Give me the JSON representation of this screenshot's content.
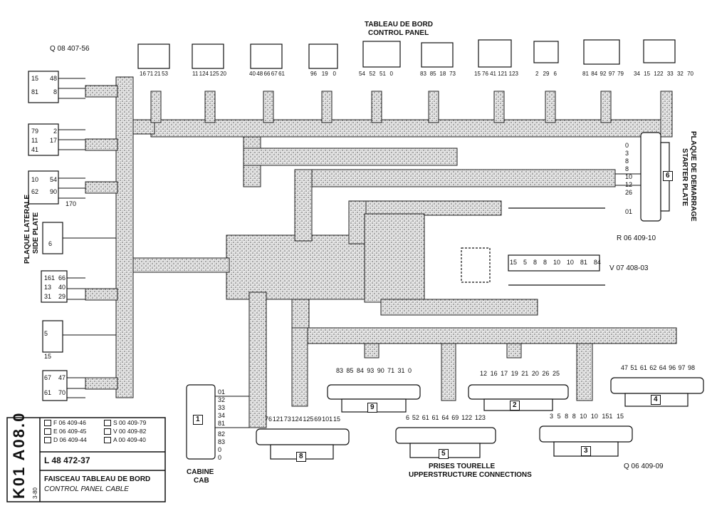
{
  "title_panel": {
    "line1": "TABLEAU DE BORD",
    "line2": "CONTROL PANEL"
  },
  "starter_plate": {
    "line1": "PLAQUE DE DEMARRAGE",
    "line2": "STARTER PLATE",
    "number": "6",
    "ref": "R 06 409-10",
    "pins": [
      "0",
      "3",
      "8",
      "8",
      "10",
      "12",
      "26",
      "01"
    ]
  },
  "side_plate": {
    "line1": "PLAQUE LATERALE",
    "line2": "SIDE PLATE"
  },
  "cab": {
    "line1": "CABINE",
    "line2": "CAB",
    "number": "1",
    "pins": [
      "01",
      "32",
      "33",
      "34",
      "81",
      "82",
      "83",
      "0",
      "0"
    ]
  },
  "uppers": {
    "line1": "PRISES TOURELLE",
    "line2": "UPPERSTRUCTURE CONNECTIONS"
  },
  "part_refs": {
    "q_top": "Q 08 407-56",
    "v_block": "V 07 408-03",
    "q_bottom": "Q 06 409-09"
  },
  "v_block_values": [
    "15",
    "5",
    "8",
    "8",
    "10",
    "10",
    "81",
    "84"
  ],
  "connectors": [
    {
      "id": "2",
      "pins": [
        "12",
        "16",
        "17",
        "19",
        "21",
        "20",
        "26",
        "25"
      ]
    },
    {
      "id": "3",
      "pins": [
        "3",
        "5",
        "8",
        "8",
        "10",
        "10",
        "151",
        "15"
      ]
    },
    {
      "id": "4",
      "pins": [
        "47",
        "51",
        "61",
        "62",
        "64",
        "96",
        "97",
        "98"
      ]
    },
    {
      "id": "5",
      "pins": [
        "6",
        "52",
        "61",
        "61",
        "64",
        "69",
        "122",
        "123"
      ]
    },
    {
      "id": "8",
      "pins": [
        "76",
        "121",
        "73",
        "124",
        "125",
        "69",
        "101",
        "15"
      ]
    },
    {
      "id": "9",
      "pins": [
        "83",
        "85",
        "84",
        "93",
        "90",
        "71",
        "31",
        "0"
      ]
    }
  ],
  "panel_groups": [
    {
      "pins": [
        "16",
        "71",
        "21",
        "53"
      ]
    },
    {
      "pins": [
        "11",
        "124",
        "125",
        "20"
      ]
    },
    {
      "pins": [
        "40",
        "48",
        "66",
        "67",
        "61"
      ]
    },
    {
      "pins": [
        "96",
        "19",
        "0"
      ]
    },
    {
      "pins": [
        "54",
        "52",
        "51",
        "0"
      ]
    },
    {
      "pins": [
        "83",
        "85",
        "18",
        "73"
      ]
    },
    {
      "pins": [
        "15",
        "76",
        "41",
        "121",
        "123"
      ]
    },
    {
      "pins": [
        "2",
        "29",
        "6"
      ]
    },
    {
      "pins": [
        "81",
        "84",
        "92",
        "97",
        "79"
      ]
    },
    {
      "pins": [
        "34",
        "15",
        "122",
        "33",
        "32",
        "70"
      ]
    }
  ],
  "side_groups": [
    {
      "pins": [
        "15",
        "48",
        "81",
        "8"
      ]
    },
    {
      "pins": [
        "79",
        "2",
        "11",
        "17",
        "41"
      ]
    },
    {
      "pins": [
        "10",
        "54",
        "62",
        "90",
        "170"
      ]
    },
    {
      "pins": [
        "6"
      ]
    },
    {
      "pins": [
        "161",
        "66",
        "13",
        "40",
        "31",
        "29"
      ]
    },
    {
      "pins": [
        "5",
        "15"
      ]
    },
    {
      "pins": [
        "67",
        "47",
        "61",
        "70"
      ]
    }
  ],
  "legend": [
    {
      "sym": "F",
      "code": "F 06 409-46"
    },
    {
      "sym": "E",
      "code": "E 06 409-45"
    },
    {
      "sym": "D",
      "code": "D 06 409-44"
    },
    {
      "sym": "S",
      "code": "S 00 409-79"
    },
    {
      "sym": "V",
      "code": "V 00 409-82"
    },
    {
      "sym": "A",
      "code": "A 00 409-40"
    }
  ],
  "title_block": {
    "drawing_no": "L 48 472-37",
    "title_fr": "FAISCEAU TABLEAU DE BORD",
    "title_en": "CONTROL PANEL CABLE",
    "sheet_code": "K01 A08.0",
    "date": "3-80"
  },
  "colors": {
    "harness": "#cfcfcf",
    "line": "#111111"
  }
}
